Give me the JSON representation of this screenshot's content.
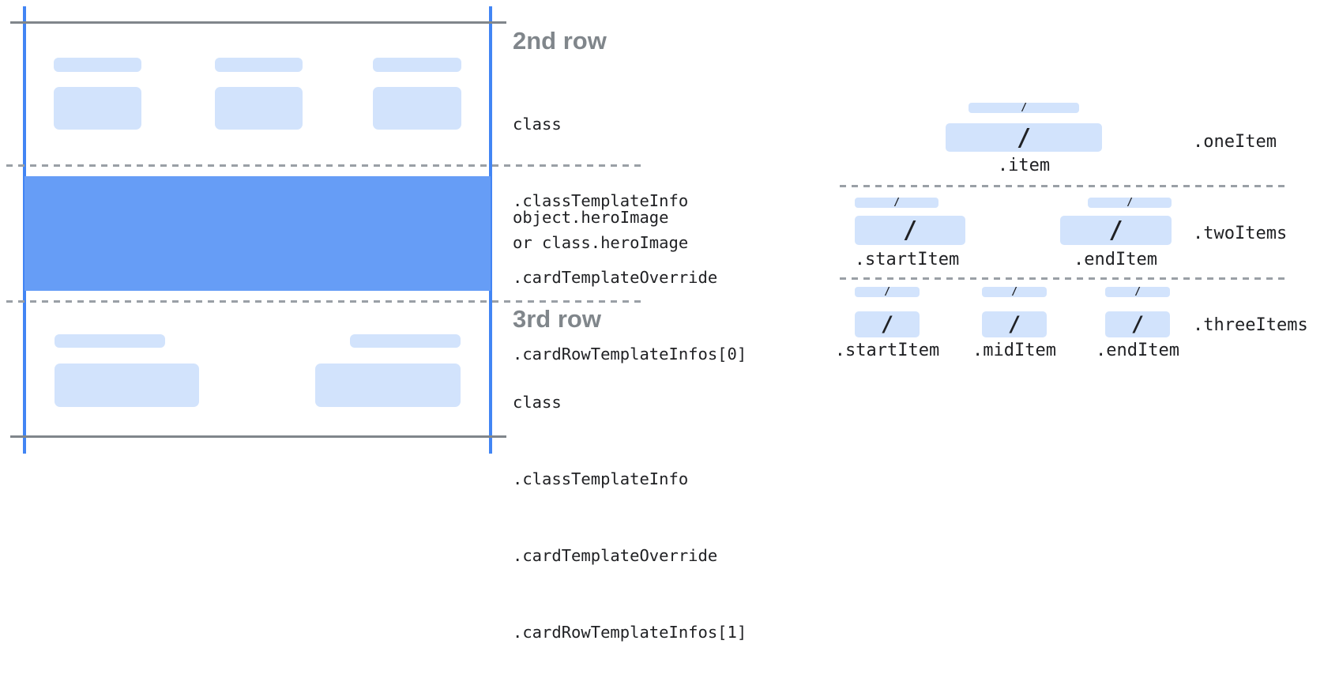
{
  "colors": {
    "accent_blue": "#4285F4",
    "hero_blue": "#669DF6",
    "bar_blue": "#D2E3FC",
    "text_dark": "#202124",
    "heading_gray": "#80868B",
    "line_gray": "#80868B",
    "dash_gray": "#9AA0A6"
  },
  "left_panel": {
    "row2": {
      "title": "2nd row",
      "code_lines": [
        "class",
        ".classTemplateInfo",
        ".cardTemplateOverride",
        ".cardRowTemplateInfos[0]"
      ]
    },
    "hero": {
      "code_lines": [
        "object.heroImage",
        "or class.heroImage"
      ]
    },
    "row3": {
      "title": "3rd row",
      "code_lines": [
        "class",
        ".classTemplateInfo",
        ".cardTemplateOverride",
        ".cardRowTemplateInfos[1]"
      ]
    }
  },
  "right_panel": {
    "slash": "/",
    "one_item": {
      "row_label": ".oneItem",
      "item_label": ".item"
    },
    "two_items": {
      "row_label": ".twoItems",
      "start_label": ".startItem",
      "end_label": ".endItem"
    },
    "three_items": {
      "row_label": ".threeItems",
      "start_label": ".startItem",
      "mid_label": ".midItem",
      "end_label": ".endItem"
    }
  }
}
